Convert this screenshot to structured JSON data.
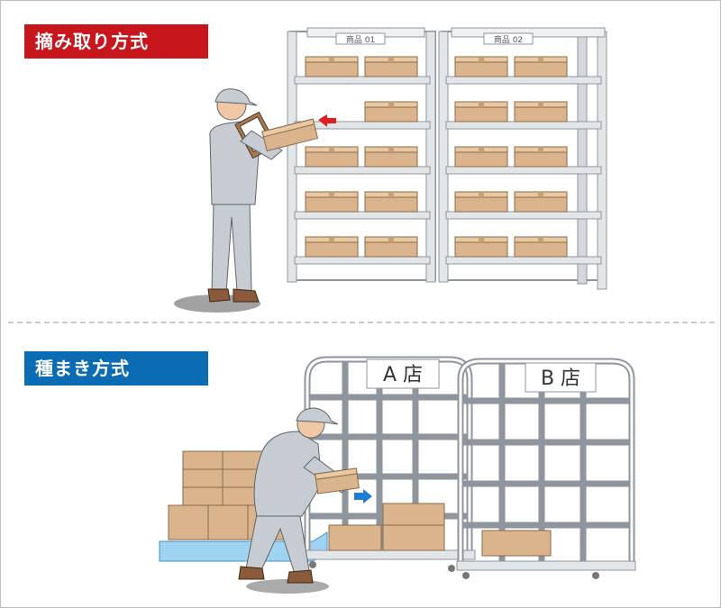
{
  "sections": {
    "picking": {
      "label": "摘み取り方式",
      "color": "#c8161d"
    },
    "sorting": {
      "label": "種まき方式",
      "color": "#0b6bb3"
    }
  },
  "shelf_labels": [
    "商品 01",
    "商品 02"
  ],
  "cart_labels": [
    "A 店",
    "B 店"
  ],
  "colors": {
    "box": "#d9b48c",
    "box_shadow": "#b88f66",
    "metal": "#e3e6e9",
    "metal_edge": "#8e959c",
    "uniform": "#c6ccd2",
    "pallet": "#9fd3f2",
    "arrow_red": "#e02020",
    "arrow_blue": "#1a7fd4"
  },
  "icons": {
    "arrow_into_shelf": "arrow-left-icon",
    "arrow_into_cart": "arrow-right-icon"
  }
}
